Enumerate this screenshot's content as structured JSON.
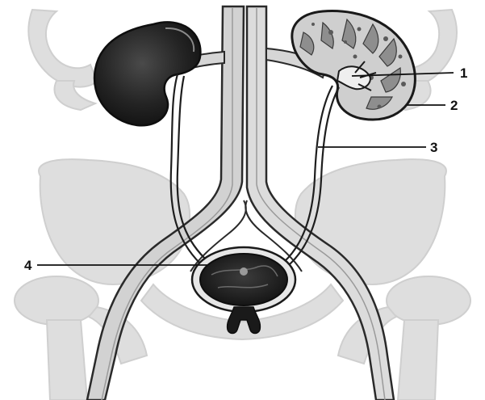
{
  "callouts": {
    "c1": "1",
    "c2": "2",
    "c3": "3",
    "c4": "4"
  },
  "colors": {
    "background": "#ffffff",
    "skeleton": "#d9d9d9",
    "vessel_outline": "#2a2a2a",
    "vessel_fill": "#d4d4d4",
    "kidney_dark": "#1e1e1e",
    "kidney_section": "#cfcfcf",
    "bladder_dark": "#1a1a1a",
    "leader_line": "#111111"
  }
}
